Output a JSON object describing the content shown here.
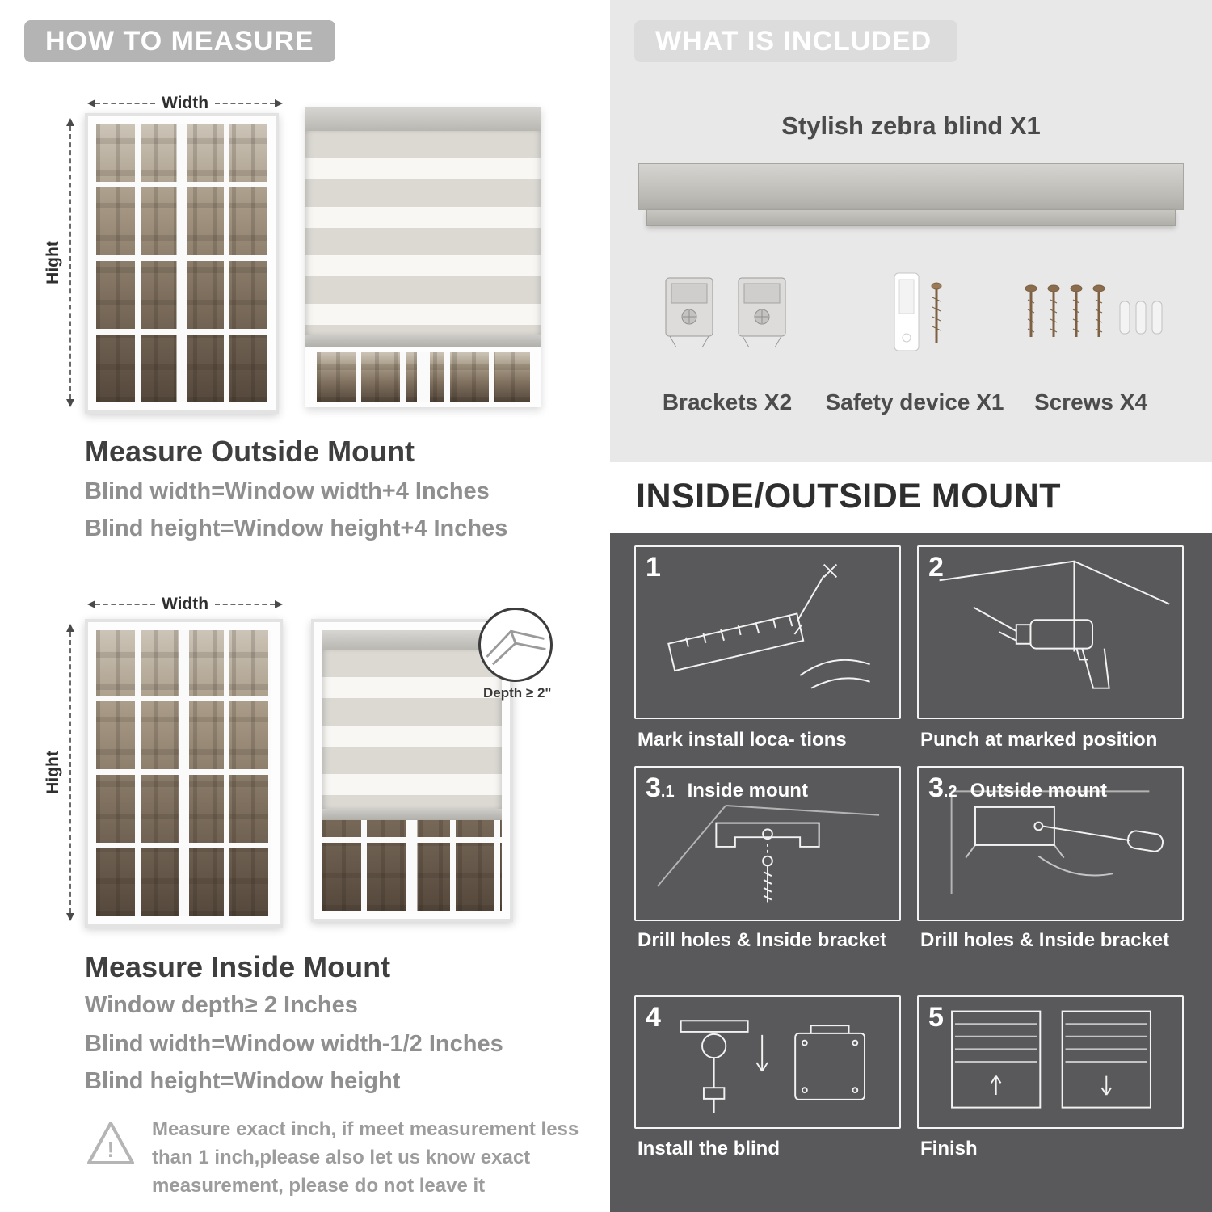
{
  "colors": {
    "header_pill_gray": "#b4b4b4",
    "included_header_pill": "#dcdcdc",
    "included_bg": "#e9e8e8",
    "dark_section_bg": "#59595b",
    "heading_text": "#3f3f3f",
    "body_text_gray": "#8f8f8f"
  },
  "left": {
    "header": "HOW TO MEASURE",
    "outside": {
      "width_label": "Width",
      "height_label": "Hight",
      "title": "Measure Outside Mount",
      "lines": [
        "Blind width=Window width+4 Inches",
        "Blind height=Window height+4 Inches"
      ]
    },
    "inside": {
      "width_label": "Width",
      "height_label": "Hight",
      "depth_label": "Depth ≥ 2\"",
      "title": "Measure Inside Mount",
      "lines": [
        "Window depth≥ 2 Inches",
        "Blind width=Window width-1/2 Inches",
        "Blind height=Window height"
      ]
    },
    "note": {
      "lines": [
        "Measure exact inch, if meet measurement less",
        "than 1 inch,please also let us know exact",
        "measurement, please do not leave it"
      ]
    }
  },
  "right": {
    "included": {
      "header": "WHAT IS INCLUDED",
      "blind_label": "Stylish zebra blind X1",
      "items": [
        {
          "label": "Brackets X2"
        },
        {
          "label": "Safety device X1"
        },
        {
          "label": "Screws X4"
        }
      ]
    },
    "mount": {
      "title": "INSIDE/OUTSIDE MOUNT",
      "steps": [
        {
          "num": "1",
          "sub": "",
          "tag": "",
          "caption": "Mark install loca- tions"
        },
        {
          "num": "2",
          "sub": "",
          "tag": "",
          "caption": "Punch at marked position"
        },
        {
          "num": "3",
          "sub": ".1",
          "tag": "Inside mount",
          "caption": "Drill holes & Inside bracket"
        },
        {
          "num": "3",
          "sub": ".2",
          "tag": "Outside mount",
          "caption": "Drill holes & Inside bracket"
        },
        {
          "num": "4",
          "sub": "",
          "tag": "",
          "caption": "Install the blind"
        },
        {
          "num": "5",
          "sub": "",
          "tag": "",
          "caption": "Finish"
        }
      ]
    }
  }
}
